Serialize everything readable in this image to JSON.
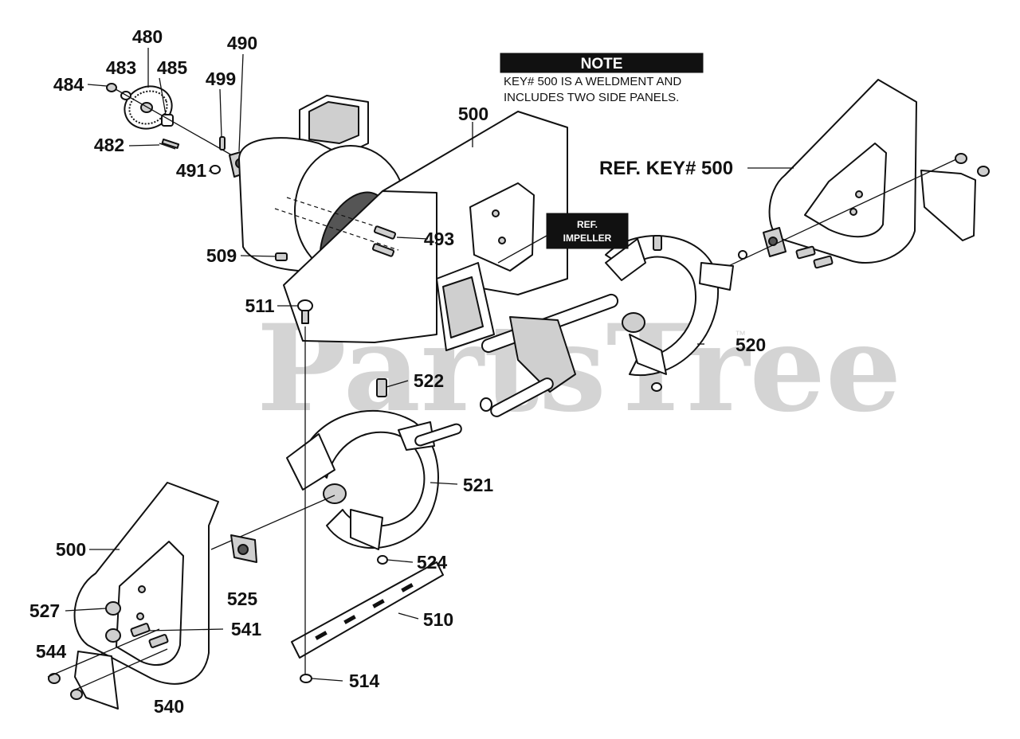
{
  "watermark": {
    "text": "PartsTree",
    "tm": "™"
  },
  "note": {
    "title": "NOTE",
    "line1": "KEY# 500 IS A WELDMENT AND",
    "line2": "INCLUDES TWO SIDE PANELS."
  },
  "ref_impeller": {
    "line1": "REF.",
    "line2": "IMPELLER"
  },
  "ref_key": "REF. KEY# 500",
  "labels": {
    "p480": "480",
    "p483": "483",
    "p485": "485",
    "p484": "484",
    "p490": "490",
    "p499": "499",
    "p482": "482",
    "p491": "491",
    "p500_top": "500",
    "p493": "493",
    "p509": "509",
    "p511": "511",
    "p520": "520",
    "p522": "522",
    "p521": "521",
    "p500_left": "500",
    "p524": "524",
    "p525": "525",
    "p527": "527",
    "p510": "510",
    "p541": "541",
    "p544": "544",
    "p514": "514",
    "p540": "540"
  }
}
